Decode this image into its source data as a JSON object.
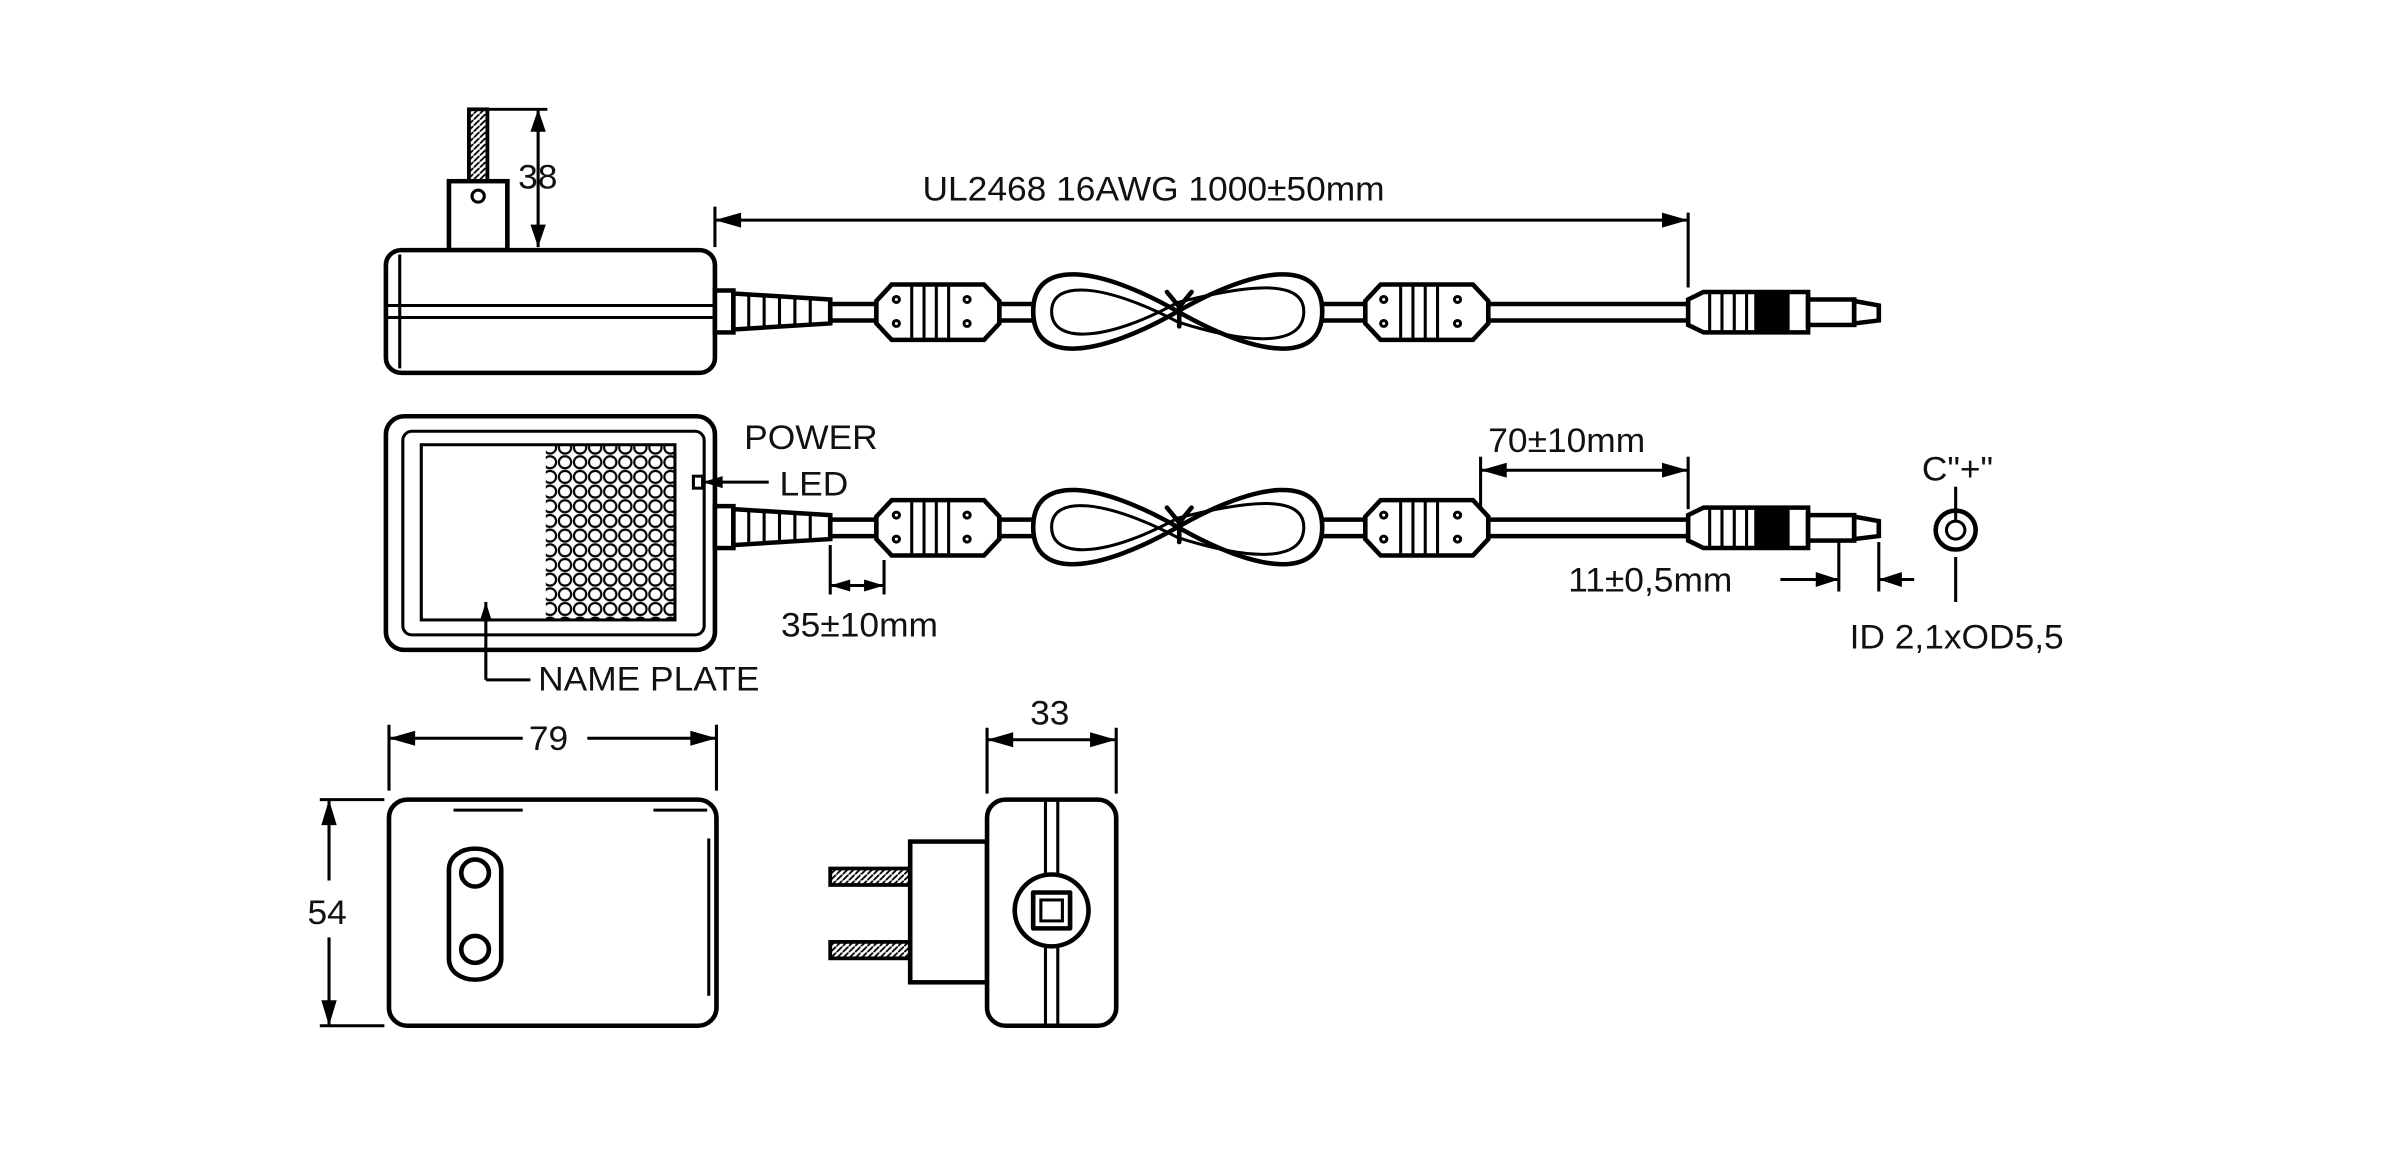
{
  "drawing": {
    "labels": {
      "pin_height": "38",
      "cable_spec": "UL2468 16AWG 1000±50mm",
      "power_led_line1": "POWER",
      "power_led_line2": "LED",
      "strain_relief_length": "70±10mm",
      "polarity": "C\"+\"",
      "plug_length": "11±0,5mm",
      "ferrite_offset": "35±10mm",
      "plug_size": "ID 2,1xOD5,5",
      "name_plate": "NAME PLATE",
      "width": "79",
      "height": "54",
      "depth": "33"
    }
  }
}
